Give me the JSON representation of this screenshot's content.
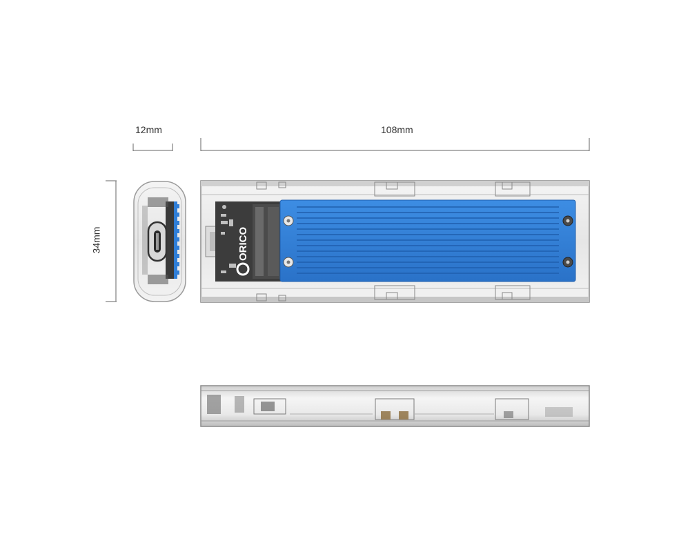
{
  "dimensions": {
    "width": "12mm",
    "length": "108mm",
    "height": "34mm"
  },
  "brand": {
    "logo": "ORICO"
  },
  "colors": {
    "heatsink": "#2f7ed8",
    "heatsink_dark": "#1f5fae",
    "shell_edge": "#8a8a8a",
    "dimension_line": "#666666"
  }
}
